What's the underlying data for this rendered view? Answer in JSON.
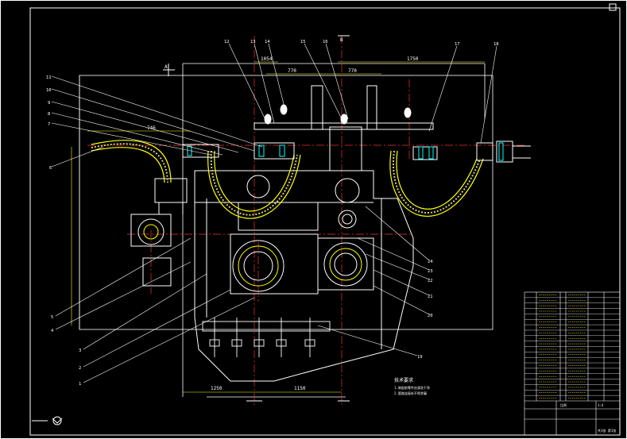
{
  "drawing": {
    "leaders": [
      {
        "label": "12"
      },
      {
        "label": "13"
      },
      {
        "label": "14"
      },
      {
        "label": "15"
      },
      {
        "label": "16"
      },
      {
        "label": "17"
      },
      {
        "label": "18"
      },
      {
        "label": "11"
      },
      {
        "label": "10"
      },
      {
        "label": "9"
      },
      {
        "label": "8"
      },
      {
        "label": "7"
      },
      {
        "label": "6"
      },
      {
        "label": "5"
      },
      {
        "label": "4"
      },
      {
        "label": "3"
      },
      {
        "label": "2"
      },
      {
        "label": "1"
      },
      {
        "label": "24"
      },
      {
        "label": "23"
      },
      {
        "label": "22"
      },
      {
        "label": "21"
      },
      {
        "label": "20"
      },
      {
        "label": "19"
      }
    ],
    "dimensions": {
      "top_right": "1750",
      "top_a": "770",
      "top_b": "770",
      "top_small": "1054",
      "left_horiz": "746",
      "bottom_left": "1250",
      "bottom_right": "1150"
    },
    "section_marks": {
      "a": "A",
      "b": "B"
    },
    "notes": {
      "title": "技术要求",
      "line1": "1.装配前零件应清洗干净",
      "line2": "2.管路连接处不得渗漏"
    }
  },
  "title_block": {
    "rows": 20,
    "scale_label": "比例",
    "scale_value": "1:4",
    "sheet": "共1张 第1张"
  }
}
